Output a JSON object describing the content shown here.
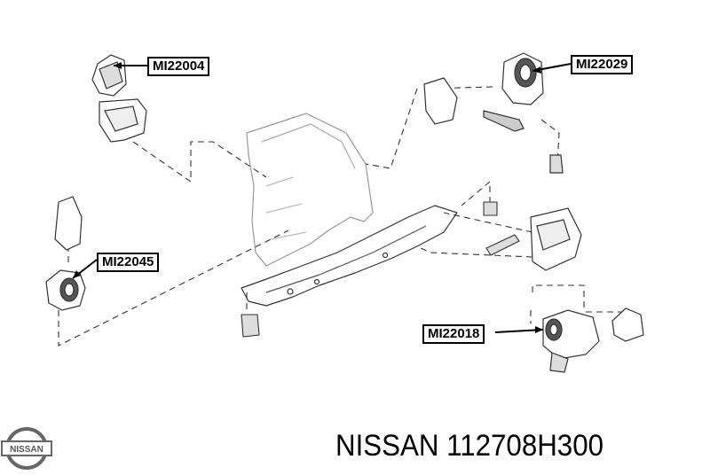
{
  "callouts": {
    "mount_top_left": "MI22004",
    "mount_top_right": "MI22029",
    "mount_left": "MI22045",
    "mount_bottom_right": "MI22018"
  },
  "title": {
    "brand": "NISSAN",
    "part_number": "112708H300"
  },
  "logo": {
    "text": "NISSAN"
  }
}
